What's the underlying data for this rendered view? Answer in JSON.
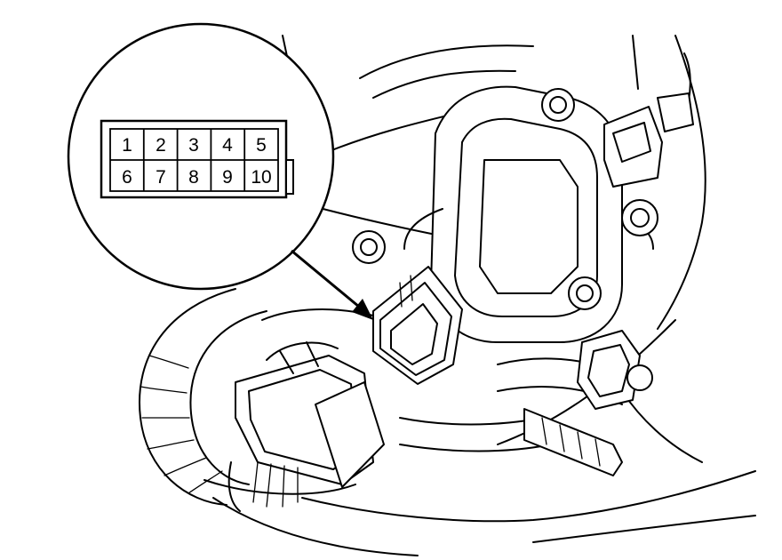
{
  "callout": {
    "pins_top": [
      "1",
      "2",
      "3",
      "4",
      "5"
    ],
    "pins_bottom": [
      "6",
      "7",
      "8",
      "9",
      "10"
    ]
  }
}
